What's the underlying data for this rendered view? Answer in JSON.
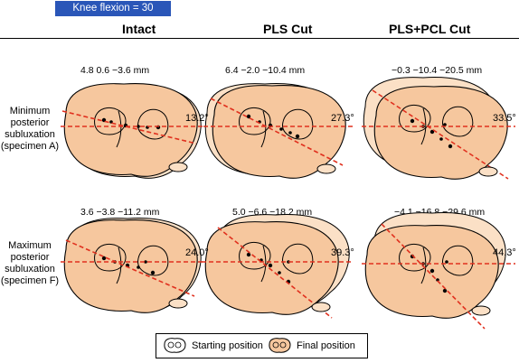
{
  "badge": {
    "text": "Knee flexion = 30"
  },
  "columns": [
    {
      "title": "Intact"
    },
    {
      "title": "PLS Cut"
    },
    {
      "title": "PLS+PCL Cut"
    }
  ],
  "rows": [
    {
      "label_lines": [
        "Minimum",
        "posterior",
        "subluxation",
        "(specimen A)"
      ]
    },
    {
      "label_lines": [
        "Maximum",
        "posterior",
        "subluxation",
        "(specimen F)"
      ]
    }
  ],
  "panels": [
    {
      "measurements": "4.8    0.6   −3.6    mm",
      "angle": "13.2°"
    },
    {
      "measurements": "6.4   −2.0  −10.4   mm",
      "angle": "27.3°"
    },
    {
      "measurements": "−0.3   −10.4  −20.5   mm",
      "angle": "33.5°"
    },
    {
      "measurements": "3.6   −3.8  −11.2   mm",
      "angle": "24.0°"
    },
    {
      "measurements": "5.0   −6.6  −18.2   mm",
      "angle": "39.3°"
    },
    {
      "measurements": "−4.1  −16.8  −29.6   mm",
      "angle": "44.3°"
    }
  ],
  "legend": {
    "starting_label": "Starting position",
    "final_label": "Final position",
    "starting_icon": "tibial-plateau-outline-icon",
    "final_icon": "tibial-plateau-filled-icon"
  },
  "colors": {
    "badge": "#2a56b8",
    "plateau_fill_final": "#f6c79e",
    "plateau_fill_start": "#fbe0c6",
    "axis_line": "#e0301e"
  }
}
